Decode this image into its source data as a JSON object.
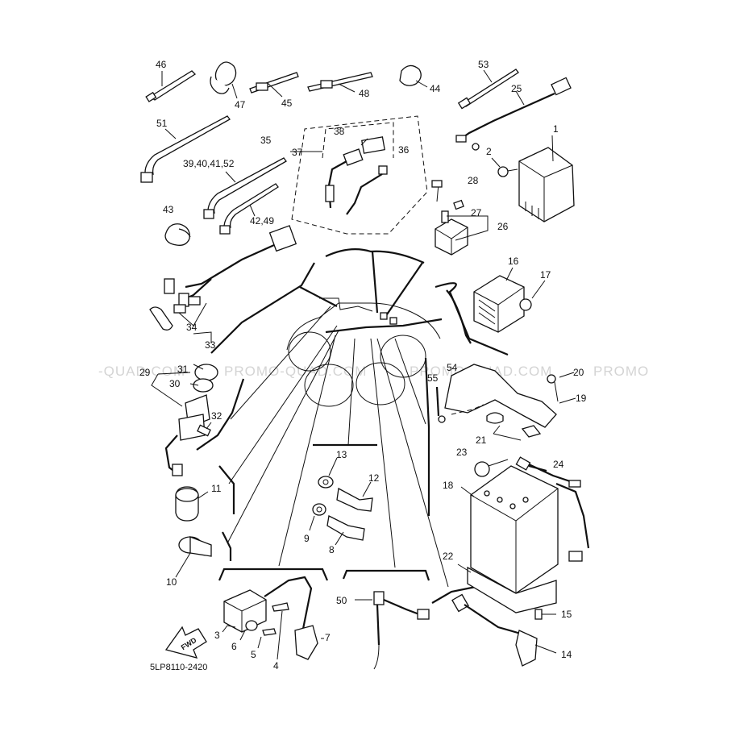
{
  "diagram": {
    "code": "5LP8110-2420",
    "watermark": {
      "left": "-QUAD.COM",
      "middle": "PROMO-QUAD.COM",
      "right_a": "PROMO-QUAD.COM",
      "right_b": "PROMO"
    },
    "fwd_label": "FWD",
    "callouts": [
      {
        "id": "c46",
        "text": "46"
      },
      {
        "id": "c47",
        "text": "47"
      },
      {
        "id": "c45",
        "text": "45"
      },
      {
        "id": "c48",
        "text": "48"
      },
      {
        "id": "c44",
        "text": "44"
      },
      {
        "id": "c53",
        "text": "53"
      },
      {
        "id": "c25",
        "text": "25"
      },
      {
        "id": "c1",
        "text": "1"
      },
      {
        "id": "c51",
        "text": "51"
      },
      {
        "id": "c35",
        "text": "35"
      },
      {
        "id": "c37",
        "text": "37"
      },
      {
        "id": "c38",
        "text": "38"
      },
      {
        "id": "c36",
        "text": "36"
      },
      {
        "id": "c2",
        "text": "2"
      },
      {
        "id": "c39",
        "text": "39,40,41,52"
      },
      {
        "id": "c28",
        "text": "28"
      },
      {
        "id": "c27",
        "text": "27"
      },
      {
        "id": "c26",
        "text": "26"
      },
      {
        "id": "c43",
        "text": "43"
      },
      {
        "id": "c42",
        "text": "42,49"
      },
      {
        "id": "c16",
        "text": "16"
      },
      {
        "id": "c17",
        "text": "17"
      },
      {
        "id": "c34",
        "text": "34"
      },
      {
        "id": "c33",
        "text": "33"
      },
      {
        "id": "c29",
        "text": "29"
      },
      {
        "id": "c31",
        "text": "31"
      },
      {
        "id": "c30",
        "text": "30"
      },
      {
        "id": "c32",
        "text": "32"
      },
      {
        "id": "c54",
        "text": "54"
      },
      {
        "id": "c55",
        "text": "55"
      },
      {
        "id": "c20",
        "text": "20"
      },
      {
        "id": "c19",
        "text": "19"
      },
      {
        "id": "c21",
        "text": "21"
      },
      {
        "id": "c23",
        "text": "23"
      },
      {
        "id": "c24",
        "text": "24"
      },
      {
        "id": "c18",
        "text": "18"
      },
      {
        "id": "c13",
        "text": "13"
      },
      {
        "id": "c12",
        "text": "12"
      },
      {
        "id": "c11",
        "text": "11"
      },
      {
        "id": "c9",
        "text": "9"
      },
      {
        "id": "c8",
        "text": "8"
      },
      {
        "id": "c10",
        "text": "10"
      },
      {
        "id": "c22",
        "text": "22"
      },
      {
        "id": "c50",
        "text": "50"
      },
      {
        "id": "c15",
        "text": "15"
      },
      {
        "id": "c14",
        "text": "14"
      },
      {
        "id": "c3",
        "text": "3"
      },
      {
        "id": "c6",
        "text": "6"
      },
      {
        "id": "c5",
        "text": "5"
      },
      {
        "id": "c4",
        "text": "4"
      },
      {
        "id": "c7",
        "text": "7"
      }
    ]
  }
}
